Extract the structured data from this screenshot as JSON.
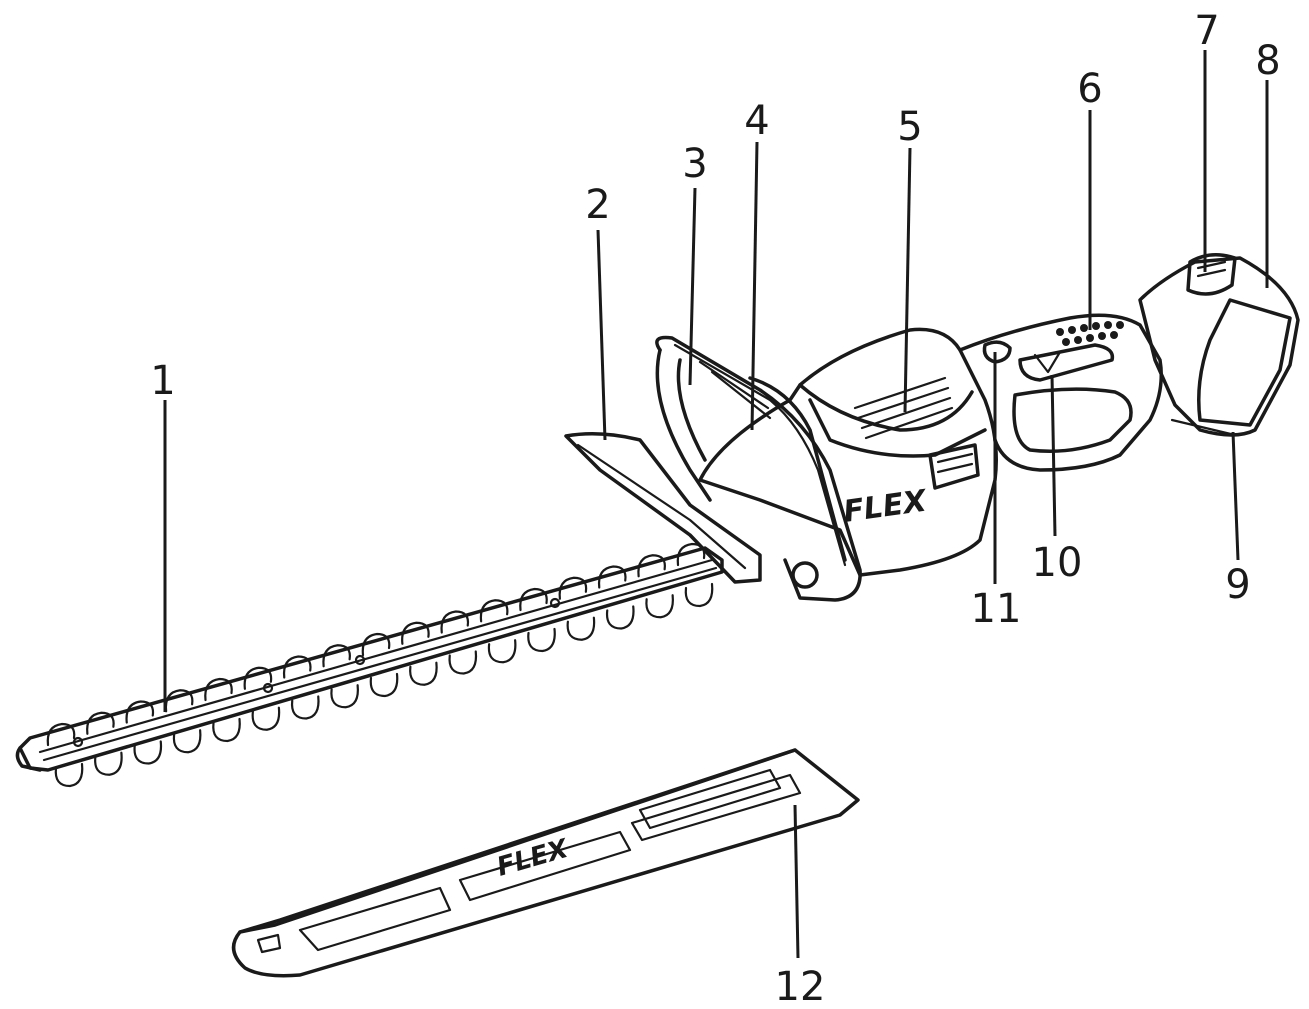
{
  "diagram": {
    "logo_housing": "FLEX",
    "logo_guard": "FLEX",
    "colors": {
      "ink": "#1a1a1a",
      "background": "#ffffff"
    },
    "callouts": [
      {
        "id": "c1",
        "label": "1"
      },
      {
        "id": "c2",
        "label": "2"
      },
      {
        "id": "c3",
        "label": "3"
      },
      {
        "id": "c4",
        "label": "4"
      },
      {
        "id": "c5",
        "label": "5"
      },
      {
        "id": "c6",
        "label": "6"
      },
      {
        "id": "c7",
        "label": "7"
      },
      {
        "id": "c8",
        "label": "8"
      },
      {
        "id": "c9",
        "label": "9"
      },
      {
        "id": "c10",
        "label": "10"
      },
      {
        "id": "c11",
        "label": "11"
      },
      {
        "id": "c12",
        "label": "12"
      }
    ]
  }
}
